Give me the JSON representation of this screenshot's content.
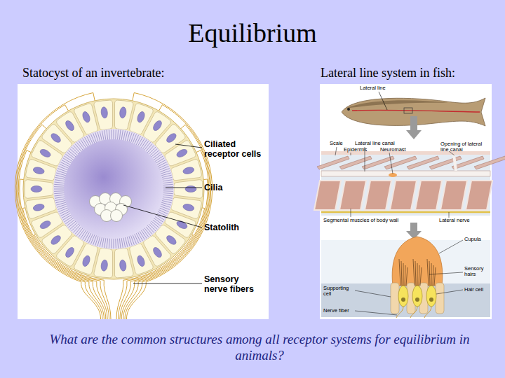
{
  "diagram": {
    "title": "Equilibrium",
    "caption": "What are the common structures among all receptor systems for equilibrium in animals?",
    "labels": [
      "Statocyst of an invertebrate:",
      "Lateral line system in fish:",
      "Ciliated receptor cells",
      "Cilia",
      "Statolith",
      "Sensory nerve fibers",
      "Lateral line",
      "Scale",
      "Lateral line canal",
      "Epidermis",
      "Neuromast",
      "Opening of lateral line canal",
      "Segmental muscles of body wall",
      "Lateral nerve",
      "Cupula",
      "Sensory hairs",
      "Supporting cell",
      "Hair cell",
      "Nerve fiber"
    ]
  }
}
